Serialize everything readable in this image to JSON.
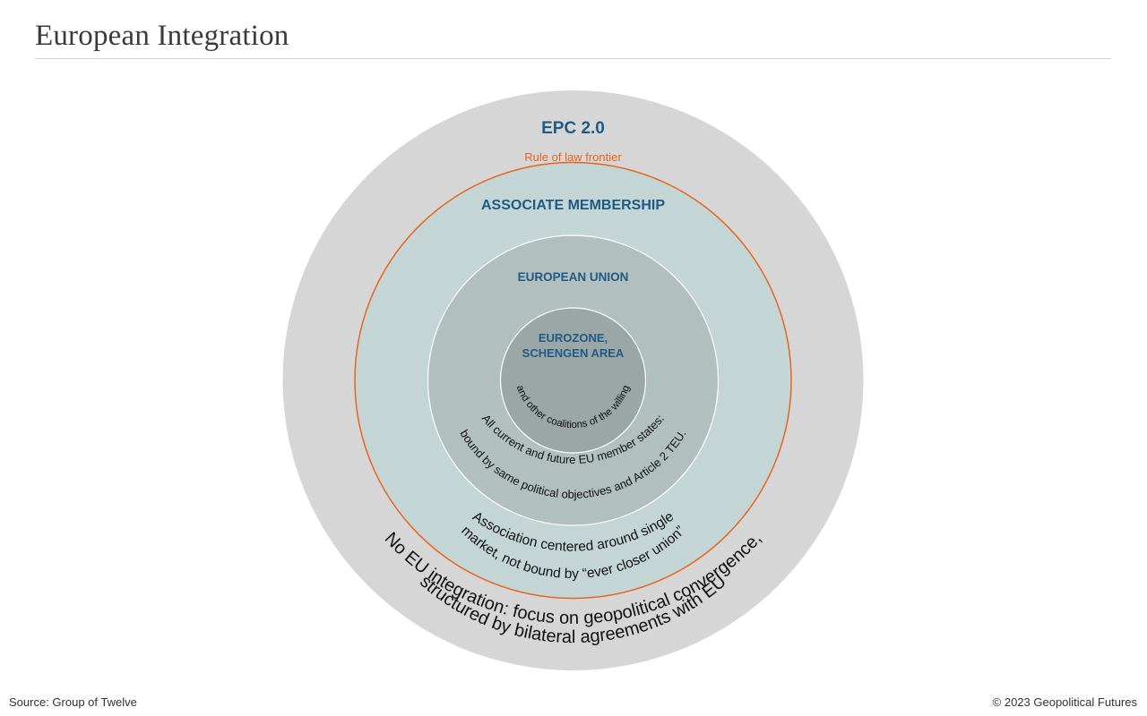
{
  "header": {
    "title": "European Integration"
  },
  "diagram": {
    "rings": [
      {
        "heading": "EPC 2.0",
        "description": "No EU integration: focus on geopolitical convergence, structured by bilateral agreements with EU",
        "description_lines": [
          "No EU integration: focus on geopolitical convergence,",
          "structured by bilateral agreements with EU"
        ],
        "color": "#d6d6d6"
      },
      {
        "heading": "ASSOCIATE MEMBERSHIP",
        "description": "Association centered around single market, not bound by “ever closer union”",
        "description_lines": [
          "Association centered around single",
          "market, not bound by “ever closer union”"
        ],
        "color": "#c4d5d5"
      },
      {
        "heading": "EUROPEAN UNION",
        "description": "All current and future EU member states: bound by same political objectives and Article 2 TEU.",
        "description_lines": [
          "All current and future EU member states:",
          "bound by same political objectives and Article 2 TEU."
        ],
        "color": "#b1bfbf"
      },
      {
        "heading_lines": [
          "EUROZONE,",
          "SCHENGEN AREA"
        ],
        "description": "and other coalitions of the willing",
        "color": "#9ba6a6"
      }
    ],
    "frontier_label": "Rule of law frontier",
    "frontier_color": "#e8641e",
    "heading_color": "#1f5a85"
  },
  "footer": {
    "source": "Source: Group of Twelve",
    "copyright": "© 2023 Geopolitical Futures"
  }
}
